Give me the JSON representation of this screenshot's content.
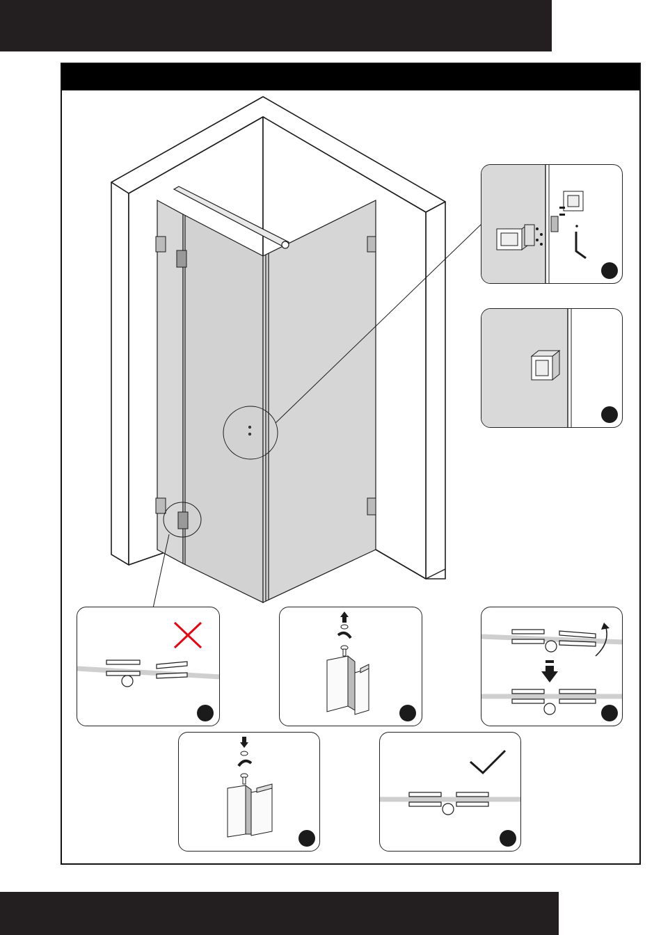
{
  "header": {
    "top_bar": "",
    "section_title": ""
  },
  "footer": {
    "bottom_bar": ""
  },
  "steps": [
    {
      "id": "detail-wall-bracket",
      "label": ""
    },
    {
      "id": "detail-bracket-installed",
      "label": ""
    },
    {
      "id": "hinge-misaligned",
      "label": ""
    },
    {
      "id": "hinge-remove-screw",
      "label": ""
    },
    {
      "id": "hinge-adjust-align",
      "label": ""
    },
    {
      "id": "hinge-refit-screw",
      "label": ""
    },
    {
      "id": "hinge-aligned-ok",
      "label": ""
    }
  ],
  "icons": {
    "wrong": "cross-icon",
    "correct": "check-icon",
    "up": "arrow-up-icon",
    "down": "arrow-down-icon",
    "rotate": "rotate-icon"
  },
  "colors": {
    "bar": "#231f20",
    "wall": "#ffffff",
    "glass": "#d9d9d9",
    "wrong": "#e30613",
    "line": "#1b1b1b"
  }
}
